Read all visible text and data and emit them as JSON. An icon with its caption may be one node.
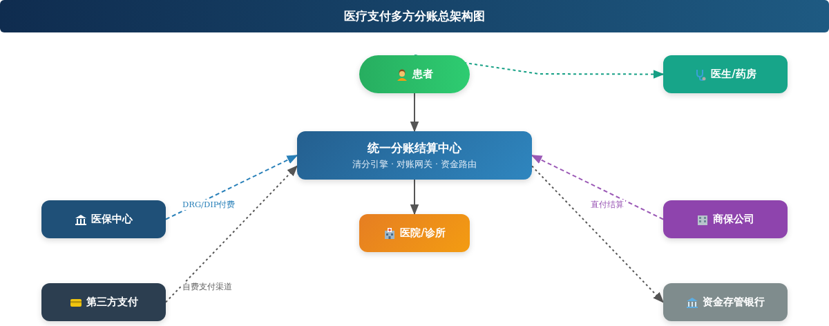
{
  "diagram": {
    "title": "医疗支付多方分账总架构图",
    "nodes": [
      {
        "text": [
          "患者"
        ]
      },
      {
        "text": [
          "医生/药房"
        ]
      },
      {
        "text": [
          "统一分账结算中心",
          "清分引擎 · 对账网关 · 资金路由"
        ]
      },
      {
        "text": [
          "医保中心"
        ]
      },
      {
        "text": [
          "医院/诊所"
        ]
      },
      {
        "text": [
          "商保公司"
        ]
      },
      {
        "text": [
          "第三方支付"
        ]
      },
      {
        "text": [
          "资金存管银行"
        ]
      }
    ],
    "edges": [
      {
        "from": 0,
        "to": 1,
        "arrow": "to",
        "style": "dashed",
        "color": "#16a085"
      },
      {
        "from": 0,
        "to": 2,
        "arrow": "to"
      },
      {
        "from": 2,
        "to": 4,
        "arrow": "to"
      },
      {
        "from": 3,
        "to": 2,
        "arrow": "to",
        "label": "DRG/DIP付费",
        "style": "dashed",
        "color": "#2980b9"
      },
      {
        "from": 6,
        "to": 2,
        "arrow": "to",
        "label": "自费支付渠道",
        "style": "dashed"
      },
      {
        "from": 5,
        "to": 2,
        "arrow": "to",
        "label": "直付结算",
        "style": "dashed",
        "color": "#9b59b6"
      },
      {
        "from": 2,
        "to": 7,
        "arrow": "to",
        "style": "dashed"
      }
    ]
  }
}
